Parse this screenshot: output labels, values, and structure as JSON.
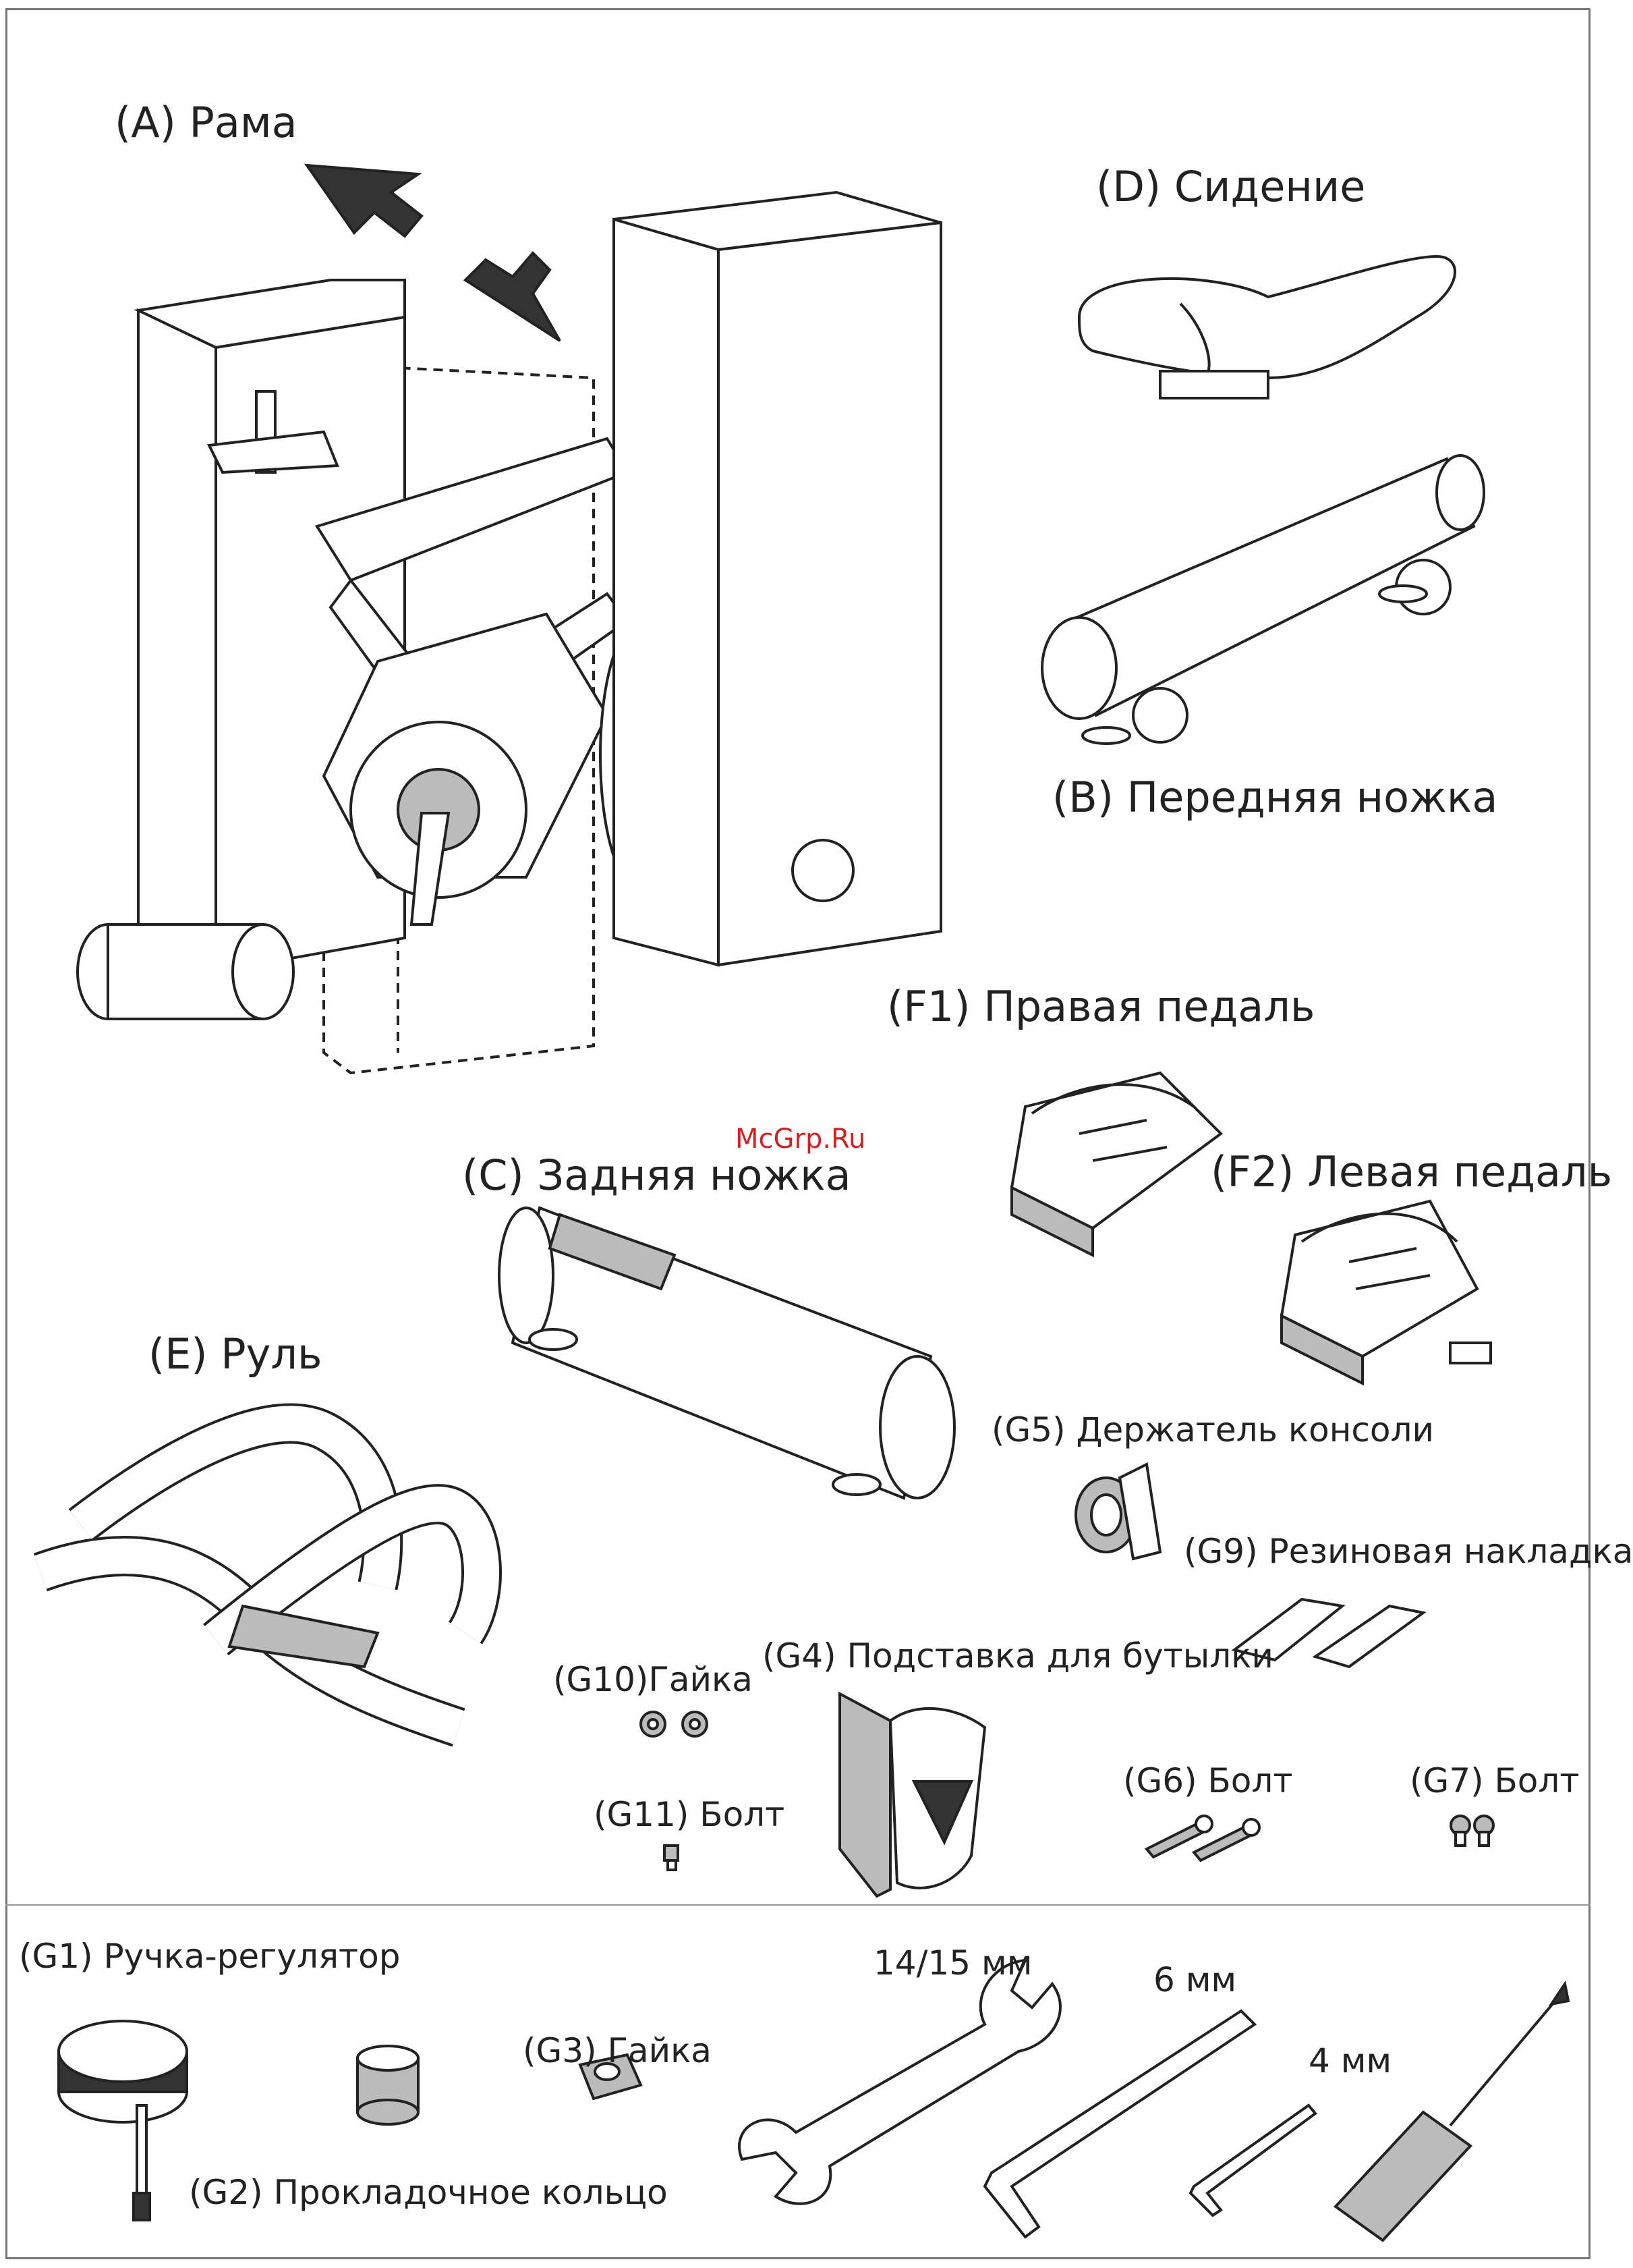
{
  "watermark": "McGrp.Ru",
  "labels": {
    "frame": "(A) Рама",
    "seat": "(D) Сидение",
    "front_leg": "(B) Передняя ножка",
    "right_pedal": "(F1) Правая педаль",
    "left_pedal": "(F2) Левая педаль",
    "rear_leg": "(C) Задняя ножка",
    "handlebar": "(E) Руль",
    "console_holder": "(G5) Держатель консоли",
    "rubber_pad": "(G9) Резиновая накладка",
    "nut_g10": "(G10)Гайка",
    "bottle_holder": "(G4) Подставка для бутылки",
    "bolt_g11": "(G11) Болт",
    "bolt_g6": "(G6) Болт",
    "bolt_g7": "(G7) Болт",
    "knob_g1": "(G1) Ручка-регулятор",
    "nut_g3": "(G3) Гайка",
    "spacer_g2": "(G2) Прокладочное кольцо",
    "wrench_size": "14/15 мм",
    "hex_6": "6 мм",
    "hex_4": "4 мм"
  },
  "icons": [
    "double-arrow-icon",
    "bike-frame-icon",
    "seat-icon",
    "front-leg-icon",
    "pedal-icon",
    "rear-leg-icon",
    "handlebar-icon",
    "console-holder-icon",
    "rubber-pad-icon",
    "nut-icon",
    "bottle-holder-icon",
    "bolt-icon",
    "knob-icon",
    "spacer-icon",
    "wrench-icon",
    "hex-key-icon",
    "screwdriver-icon"
  ]
}
